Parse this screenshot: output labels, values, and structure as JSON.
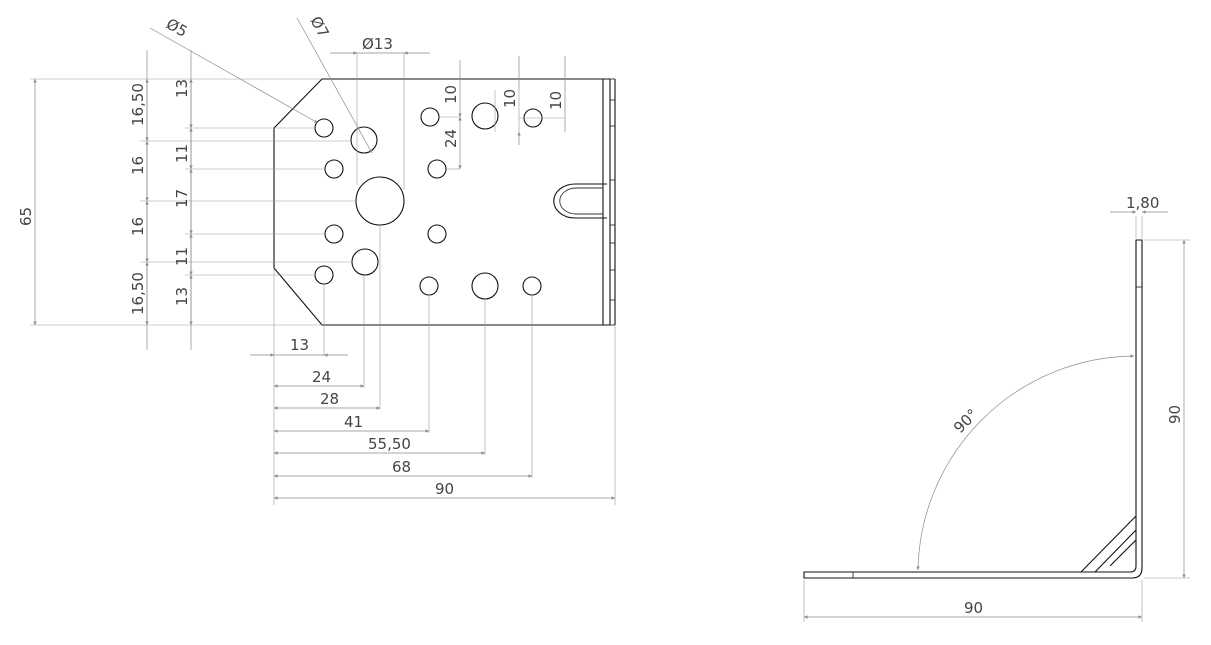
{
  "front_view": {
    "diameters": {
      "small": "Ø5",
      "medium": "Ø7",
      "large": "Ø13"
    },
    "vertical_dims_left": [
      "65",
      "16,50",
      "16",
      "16",
      "16,50"
    ],
    "vertical_dims_inner": [
      "13",
      "11",
      "17",
      "11",
      "13"
    ],
    "top_dims": [
      "10",
      "10",
      "10",
      "24"
    ],
    "horizontal_dims": [
      "13",
      "24",
      "28",
      "41",
      "55,50",
      "68",
      "90"
    ]
  },
  "side_view": {
    "thickness": "1,80",
    "angle": "90°",
    "height": "90",
    "width": "90"
  },
  "colors": {
    "part": "#111111",
    "dimension": "#8a8a8a"
  }
}
